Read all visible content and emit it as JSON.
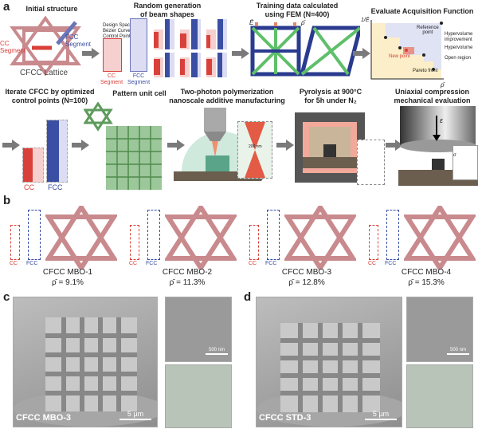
{
  "panel_a": {
    "label": "a",
    "steps": [
      {
        "title": "Initial structure",
        "lattice_label": "CFCC Lattice",
        "cc_segment": "CC\nSegment",
        "fcc_segment": "FCC\nSegment"
      },
      {
        "title": "Random generation\nof beam shapes",
        "legend": [
          "Design Space",
          "Bézier Curve",
          "Control Point"
        ],
        "cc_label": "CC\nSegment",
        "fcc_label": "FCC\nSegment"
      },
      {
        "title": "Training data calculated\nusing FEM (N=400)",
        "symbol_e": "Ē",
        "symbol_rho": "ρ̄"
      },
      {
        "title": "Evaluate Acquisition Function",
        "y_axis": "1/Ē",
        "x_axis": "ρ̄",
        "reference_point": "Reference\npoint",
        "new_point": "New point",
        "pareto_front": "Pareto front",
        "legend": [
          "Hypervolume\nimprovement",
          "Hypervolume",
          "Open region"
        ]
      },
      {
        "title": "Iterate CFCC by optimized\ncontrol points (N=100)",
        "cc_label": "CC",
        "fcc_label": "FCC"
      },
      {
        "title": "Pattern unit cell"
      },
      {
        "title": "Two-photon polymerization\nnanoscale additive manufacturing",
        "scale": "200 nm"
      },
      {
        "title": "Pyrolysis at 900°C\nfor 5h under N₂"
      },
      {
        "title": "Uniaxial compression\nmechanical evaluation",
        "strain_symbol": "ε",
        "stress_symbol": "σ"
      }
    ]
  },
  "panel_b": {
    "label": "b",
    "designs": [
      {
        "name": "CFCC MBO-1",
        "density": "ρ̄ = 9.1%"
      },
      {
        "name": "CFCC MBO-2",
        "density": "ρ̄ = 11.3%"
      },
      {
        "name": "CFCC MBO-3",
        "density": "ρ̄ = 12.8%"
      },
      {
        "name": "CFCC MBO-4",
        "density": "ρ̄ = 15.3%"
      }
    ],
    "cc_label": "CC",
    "fcc_label": "FCC"
  },
  "panel_c": {
    "label": "c",
    "sample": "CFCC MBO-3",
    "scale_main": "5 µm",
    "scale_inset": "500 nm"
  },
  "panel_d": {
    "label": "d",
    "sample": "CFCC STD-3",
    "scale_main": "5 µm",
    "scale_inset": "500 nm"
  },
  "colors": {
    "cc": "#d9403a",
    "fcc": "#3a4fa3",
    "lattice": "#c98a8e",
    "green": "#6e9e6a",
    "arrow": "#7a7a7a"
  }
}
